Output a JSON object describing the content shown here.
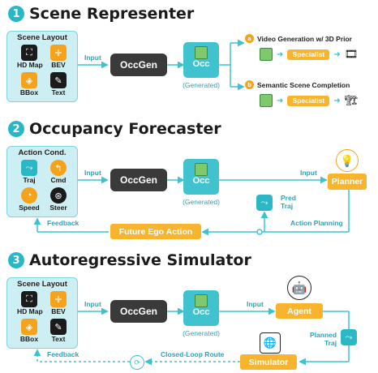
{
  "sections": [
    {
      "num": "1",
      "title": "Scene Representer"
    },
    {
      "num": "2",
      "title": "Occupancy Forecaster"
    },
    {
      "num": "3",
      "title": "Autoregressive Simulator"
    }
  ],
  "s1": {
    "panel_title": "Scene Layout",
    "items": [
      "HD Map",
      "BEV",
      "BBox",
      "Text"
    ],
    "input_label": "Input",
    "occgen": "OccGen",
    "occ": "Occ",
    "generated": "(Generated)",
    "branches": [
      {
        "badge": "a",
        "title": "Video Generation w/ 3D Prior",
        "specialist": "Specialist"
      },
      {
        "badge": "b",
        "title": "Semantic Scene Completion",
        "specialist": "Specialist"
      }
    ]
  },
  "s2": {
    "panel_title": "Action Cond.",
    "items": [
      "Traj",
      "Cmd",
      "Speed",
      "Steer"
    ],
    "input_label": "Input",
    "occgen": "OccGen",
    "occ": "Occ",
    "generated": "(Generated)",
    "input2_label": "Input",
    "planner": "Planner",
    "pred_traj": [
      "Pred",
      "Traj"
    ],
    "action_planning": "Action Planning",
    "future_action": "Future Ego Action",
    "feedback": "Feedback"
  },
  "s3": {
    "panel_title": "Scene Layout",
    "items": [
      "HD Map",
      "BEV",
      "BBox",
      "Text"
    ],
    "input_label": "Input",
    "occgen": "OccGen",
    "occ": "Occ",
    "generated": "(Generated)",
    "input2_label": "Input",
    "agent": "Agent",
    "planned_traj": [
      "Planned",
      "Traj"
    ],
    "simulator": "Simulator",
    "closed_loop": "Closed-Loop Route",
    "feedback": "Feedback"
  },
  "colors": {
    "cyan": "#40c2cf",
    "orange": "#f7b42c",
    "dark": "#3a3a3a",
    "panel": "#cdeff3"
  }
}
